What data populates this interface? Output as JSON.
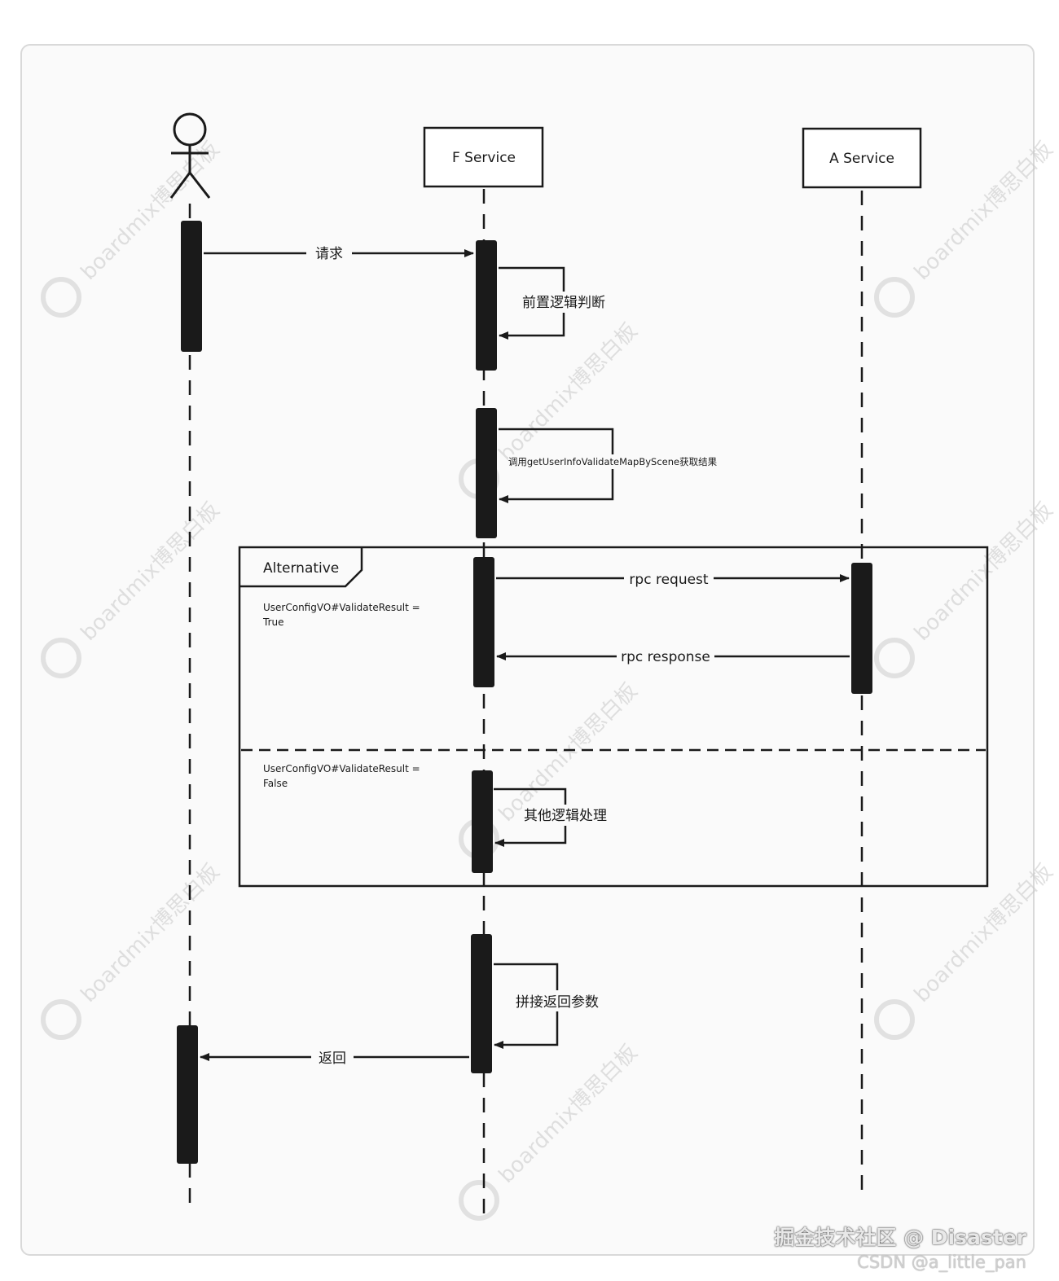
{
  "participants": {
    "f_service": "F Service",
    "a_service": "A Service"
  },
  "messages": {
    "request": "请求",
    "pre_logic": "前置逻辑判断",
    "call_method": "调用getUserInfoValidateMapByScene获取结果",
    "rpc_request": "rpc request",
    "rpc_response": "rpc response",
    "other_logic": "其他逻辑处理",
    "assemble": "拼接返回参数",
    "return": "返回"
  },
  "fragment": {
    "type_label": "Alternative",
    "guard_true_line1": "UserConfigVO#ValidateResult =",
    "guard_true_line2": "True",
    "guard_false_line1": "UserConfigVO#ValidateResult =",
    "guard_false_line2": "False"
  },
  "watermark": {
    "text": "boardmix博思白板"
  },
  "footer": {
    "line1": "掘金技术社区 @ Disaster",
    "line2": "CSDN @a_little_pan"
  },
  "colors": {
    "line": "#1a1a1a",
    "background": "#fafafa",
    "border": "#d9d9d9"
  }
}
